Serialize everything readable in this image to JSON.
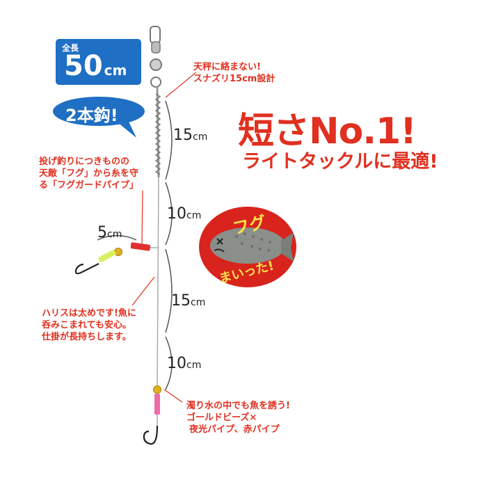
{
  "badge": {
    "small": "全長",
    "value": "50",
    "unit": "cm"
  },
  "hook_count": "2本鈎!",
  "headline": {
    "line1": "短さNo.1!",
    "line2": "ライトタックルに最適!"
  },
  "callouts": {
    "snazuri": [
      "天秤に絡まない!",
      "スナズリ15cm設計"
    ],
    "fugu_guard": [
      "投げ釣りにつきものの",
      "天敵「フグ」から糸を守",
      "る「フグガードパイプ」"
    ],
    "harisu": [
      "ハリスは太めです!魚に",
      "呑みこまれても安心。",
      "仕掛が長持ちします。"
    ],
    "beads": [
      "濁り水の中でも魚を誘う!",
      "ゴールドビーズ×",
      "夜光パイプ、赤パイプ"
    ]
  },
  "measurements": [
    {
      "value": "15",
      "unit": "cm"
    },
    {
      "value": "10",
      "unit": "cm"
    },
    {
      "value": "5",
      "unit": "cm"
    },
    {
      "value": "15",
      "unit": "cm"
    },
    {
      "value": "10",
      "unit": "cm"
    }
  ],
  "fugu_badge": {
    "top": "フグ",
    "bottom": "まいった!"
  },
  "colors": {
    "accent_red": "#e03020",
    "badge_blue": "#1f6fc4",
    "bubble_blue": "#1f6fc4",
    "fugu_red": "#d8241c",
    "fugu_fish": "#8a8f8a",
    "gold_bead": "#e0b020",
    "glow_pipe": "#d8f060",
    "red_pipe": "#e03030",
    "pink_pipe": "#f06aa8"
  }
}
